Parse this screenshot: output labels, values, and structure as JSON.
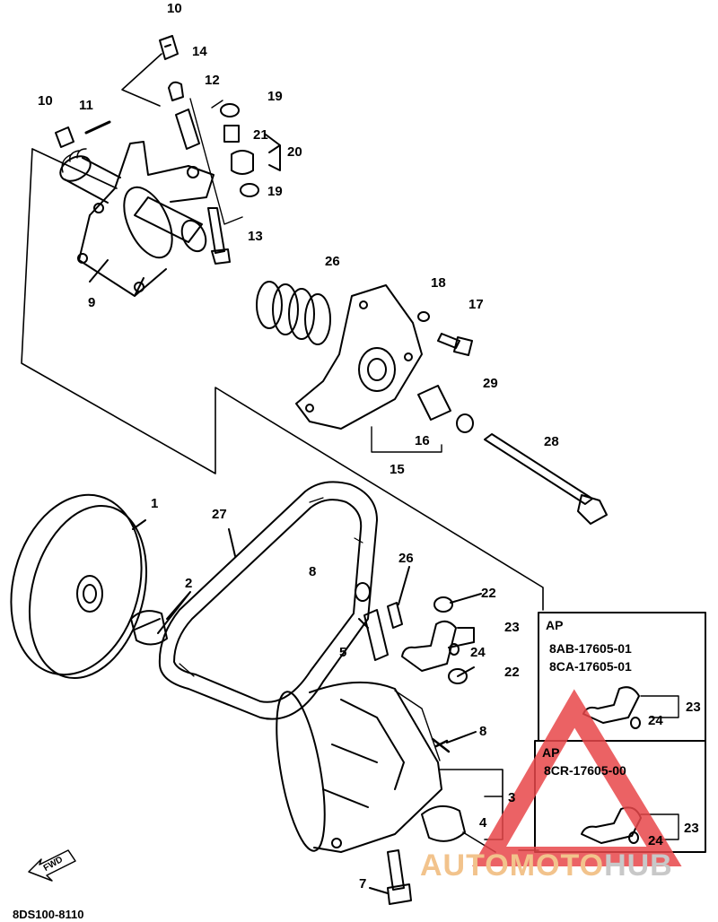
{
  "diagram": {
    "code": "8DS100-8110",
    "fwd_label": "FWD",
    "callouts": [
      {
        "id": "c10a",
        "text": "10"
      },
      {
        "id": "c14",
        "text": "14"
      },
      {
        "id": "c12",
        "text": "12"
      },
      {
        "id": "c10b",
        "text": "10"
      },
      {
        "id": "c11",
        "text": "11"
      },
      {
        "id": "c19a",
        "text": "19"
      },
      {
        "id": "c21",
        "text": "21"
      },
      {
        "id": "c20",
        "text": "20"
      },
      {
        "id": "c19b",
        "text": "19"
      },
      {
        "id": "c13",
        "text": "13"
      },
      {
        "id": "c9",
        "text": "9"
      },
      {
        "id": "c26a",
        "text": "26"
      },
      {
        "id": "c18",
        "text": "18"
      },
      {
        "id": "c17",
        "text": "17"
      },
      {
        "id": "c29",
        "text": "29"
      },
      {
        "id": "c16",
        "text": "16"
      },
      {
        "id": "c15",
        "text": "15"
      },
      {
        "id": "c28",
        "text": "28"
      },
      {
        "id": "c1",
        "text": "1"
      },
      {
        "id": "c27",
        "text": "27"
      },
      {
        "id": "c2",
        "text": "2"
      },
      {
        "id": "c8a",
        "text": "8"
      },
      {
        "id": "c26b",
        "text": "26"
      },
      {
        "id": "c22a",
        "text": "22"
      },
      {
        "id": "c23",
        "text": "23"
      },
      {
        "id": "c24",
        "text": "24"
      },
      {
        "id": "c5",
        "text": "5"
      },
      {
        "id": "c22b",
        "text": "22"
      },
      {
        "id": "c8b",
        "text": "8"
      },
      {
        "id": "c3",
        "text": "3"
      },
      {
        "id": "c4",
        "text": "4"
      },
      {
        "id": "c7",
        "text": "7"
      }
    ],
    "inset1": {
      "title": "AP",
      "line1": "8AB-17605-01",
      "line2": "8CA-17605-01",
      "label23": "23",
      "label24": "24"
    },
    "inset2": {
      "title": "AP",
      "line1": "8CR-17605-00",
      "label23": "23",
      "label24": "24"
    }
  },
  "watermark": {
    "part1": "AUTOMOTO",
    "part2": "HUB"
  },
  "colors": {
    "watermark_red": "#e8474a",
    "watermark_orange": "#f2c38c",
    "watermark_gray": "#c8c8c8"
  }
}
